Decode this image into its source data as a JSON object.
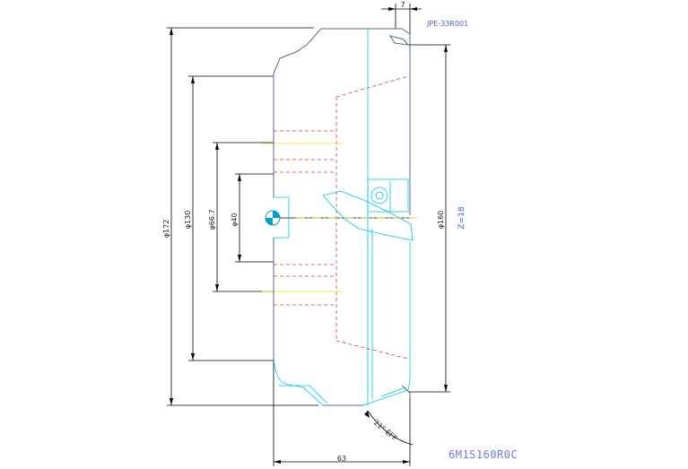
{
  "drawing": {
    "part_ref": "JPE-33R001",
    "tool_code": "6M1S160R0C",
    "teeth": "Z=18",
    "angle_label": "21° EFF"
  },
  "dimensions": {
    "d172": "φ172",
    "d130": "φ130",
    "d66_7": "φ66.7",
    "d40": "φ40",
    "d160": "φ160",
    "width_63": "63",
    "width_7": "7"
  },
  "colors": {
    "outline": "#5a6b8c",
    "cyan": "#00c8e6",
    "red_dashed": "#e03a3a",
    "yellow_centerline": "#e6e600",
    "dim_line": "#000000",
    "label_blue": "#4a5fd6"
  }
}
